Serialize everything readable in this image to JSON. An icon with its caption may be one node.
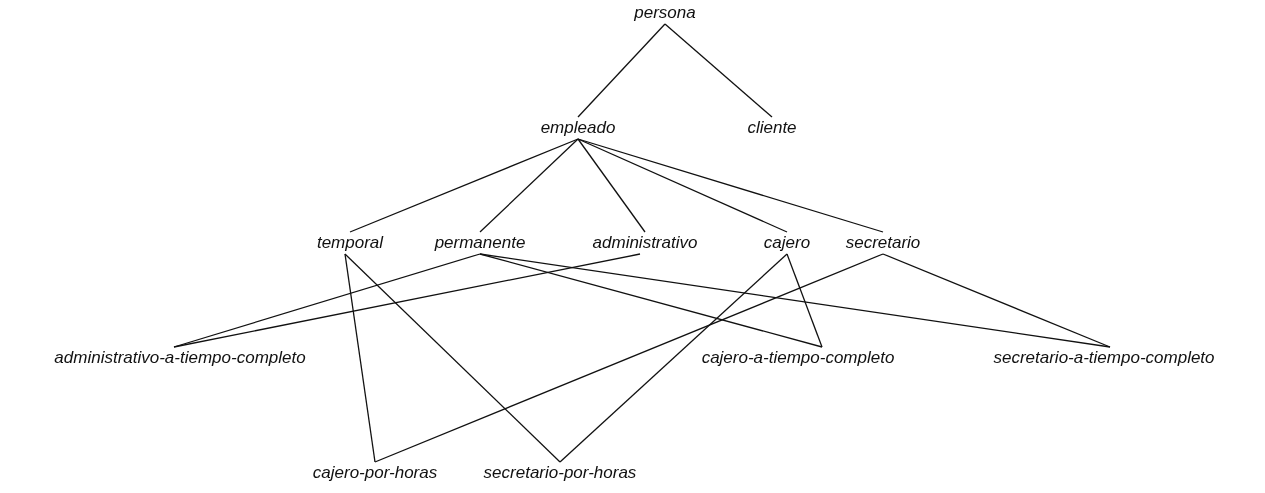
{
  "diagram": {
    "nodes": [
      {
        "text": [
          "persona"
        ]
      },
      {
        "text": [
          "empleado"
        ]
      },
      {
        "text": [
          "cliente"
        ]
      },
      {
        "text": [
          "temporal"
        ]
      },
      {
        "text": [
          "permanente"
        ]
      },
      {
        "text": [
          "administrativo"
        ]
      },
      {
        "text": [
          "cajero"
        ]
      },
      {
        "text": [
          "secretario"
        ]
      },
      {
        "text": [
          "administrativo-a-tiempo-completo"
        ]
      },
      {
        "text": [
          "cajero-a-tiempo-completo"
        ]
      },
      {
        "text": [
          "secretario-a-tiempo-completo"
        ]
      },
      {
        "text": [
          "cajero-por-horas"
        ]
      },
      {
        "text": [
          "secretario-por-horas"
        ]
      }
    ],
    "edges": [
      {
        "from": 0,
        "to": 1,
        "arrow": "none"
      },
      {
        "from": 0,
        "to": 2,
        "arrow": "none"
      },
      {
        "from": 1,
        "to": 3,
        "arrow": "none"
      },
      {
        "from": 1,
        "to": 4,
        "arrow": "none"
      },
      {
        "from": 1,
        "to": 5,
        "arrow": "none"
      },
      {
        "from": 1,
        "to": 6,
        "arrow": "none"
      },
      {
        "from": 1,
        "to": 7,
        "arrow": "none"
      },
      {
        "from": 3,
        "to": 11,
        "arrow": "none"
      },
      {
        "from": 3,
        "to": 12,
        "arrow": "none"
      },
      {
        "from": 4,
        "to": 8,
        "arrow": "none"
      },
      {
        "from": 4,
        "to": 9,
        "arrow": "none"
      },
      {
        "from": 4,
        "to": 10,
        "arrow": "none"
      },
      {
        "from": 5,
        "to": 8,
        "arrow": "none"
      },
      {
        "from": 6,
        "to": 9,
        "arrow": "none"
      },
      {
        "from": 6,
        "to": 12,
        "arrow": "none"
      },
      {
        "from": 7,
        "to": 11,
        "arrow": "none"
      },
      {
        "from": 7,
        "to": 10,
        "arrow": "none"
      }
    ]
  }
}
